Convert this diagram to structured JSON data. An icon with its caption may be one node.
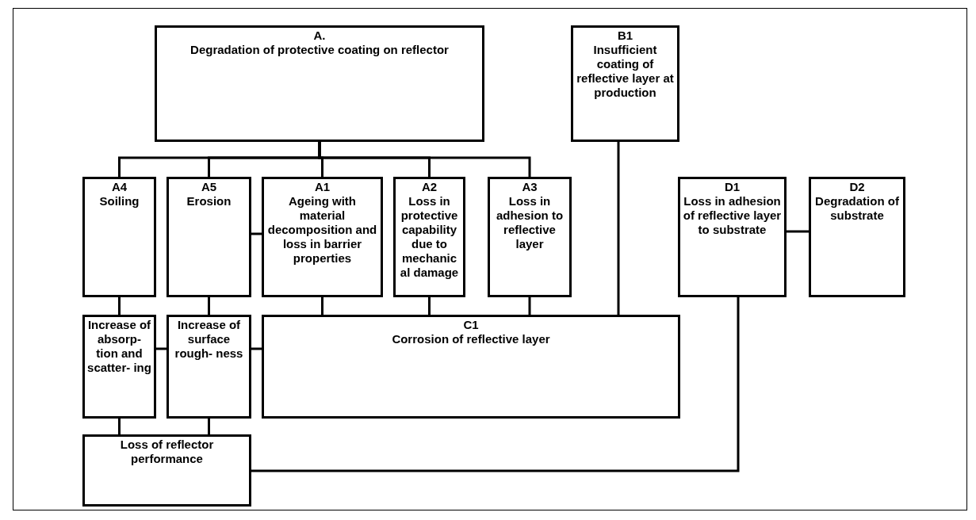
{
  "diagram": {
    "nodes": [
      {
        "text": [
          "A.",
          "Degradation of protective coating on reflector"
        ]
      },
      {
        "text": [
          "B1",
          "Insufficient coating of reflective layer at production"
        ]
      },
      {
        "text": [
          "A4",
          "Soiling"
        ]
      },
      {
        "text": [
          "A5",
          "Erosion"
        ]
      },
      {
        "text": [
          "A1",
          "Ageing with material decomposition and loss in barrier properties"
        ]
      },
      {
        "text": [
          "A2",
          "Loss in protective capability due to mechanic al damage"
        ]
      },
      {
        "text": [
          "A3",
          "Loss in adhesion to reflective layer"
        ]
      },
      {
        "text": [
          "D1",
          "Loss in adhesion of reflective layer to substrate"
        ]
      },
      {
        "text": [
          "D2",
          "Degradation of substrate"
        ]
      },
      {
        "text": [
          "Increase of absorp- tion and scatter- ing"
        ]
      },
      {
        "text": [
          "Increase of surface rough- ness"
        ]
      },
      {
        "text": [
          "C1",
          "Corrosion of reflective layer"
        ]
      },
      {
        "text": [
          "Loss of reflector performance"
        ]
      }
    ],
    "edges": [
      {
        "from": 0,
        "to": 2,
        "arrow": "none"
      },
      {
        "from": 0,
        "to": 3,
        "arrow": "none"
      },
      {
        "from": 0,
        "to": 4,
        "arrow": "none"
      },
      {
        "from": 0,
        "to": 5,
        "arrow": "none"
      },
      {
        "from": 0,
        "to": 6,
        "arrow": "none"
      },
      {
        "from": 1,
        "to": 11,
        "arrow": "none"
      },
      {
        "from": 3,
        "to": 4,
        "arrow": "none"
      },
      {
        "from": 2,
        "to": 9,
        "arrow": "none"
      },
      {
        "from": 3,
        "to": 10,
        "arrow": "none"
      },
      {
        "from": 4,
        "to": 11,
        "arrow": "none"
      },
      {
        "from": 5,
        "to": 11,
        "arrow": "none"
      },
      {
        "from": 6,
        "to": 11,
        "arrow": "none"
      },
      {
        "from": 7,
        "to": 8,
        "arrow": "none"
      },
      {
        "from": 7,
        "to": 12,
        "arrow": "none"
      },
      {
        "from": 9,
        "to": 10,
        "arrow": "none"
      },
      {
        "from": 10,
        "to": 11,
        "arrow": "none"
      },
      {
        "from": 9,
        "to": 12,
        "arrow": "none"
      },
      {
        "from": 10,
        "to": 12,
        "arrow": "none"
      }
    ]
  }
}
